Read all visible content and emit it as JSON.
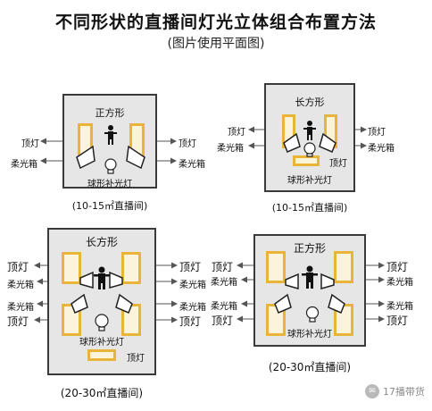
{
  "title": "不同形状的直播间灯光立体组合布置方法",
  "subtitle": "(图片使用平面图)",
  "labels": {
    "top_light": "顶灯",
    "softbox": "柔光箱",
    "fill_bulb": "球形补光灯",
    "square": "正方形",
    "rectangle": "长方形"
  },
  "captions": {
    "small": "(10-15㎡直播间)",
    "large": "(20-30㎡直播间)"
  },
  "watermark": {
    "icon": "wechat-icon",
    "text": "17播带货"
  },
  "colors": {
    "room_fill": "#e6e6e6",
    "panel_border": "#e8b43a",
    "panel_fill": "#fbf3da",
    "arrow": "#555555"
  }
}
